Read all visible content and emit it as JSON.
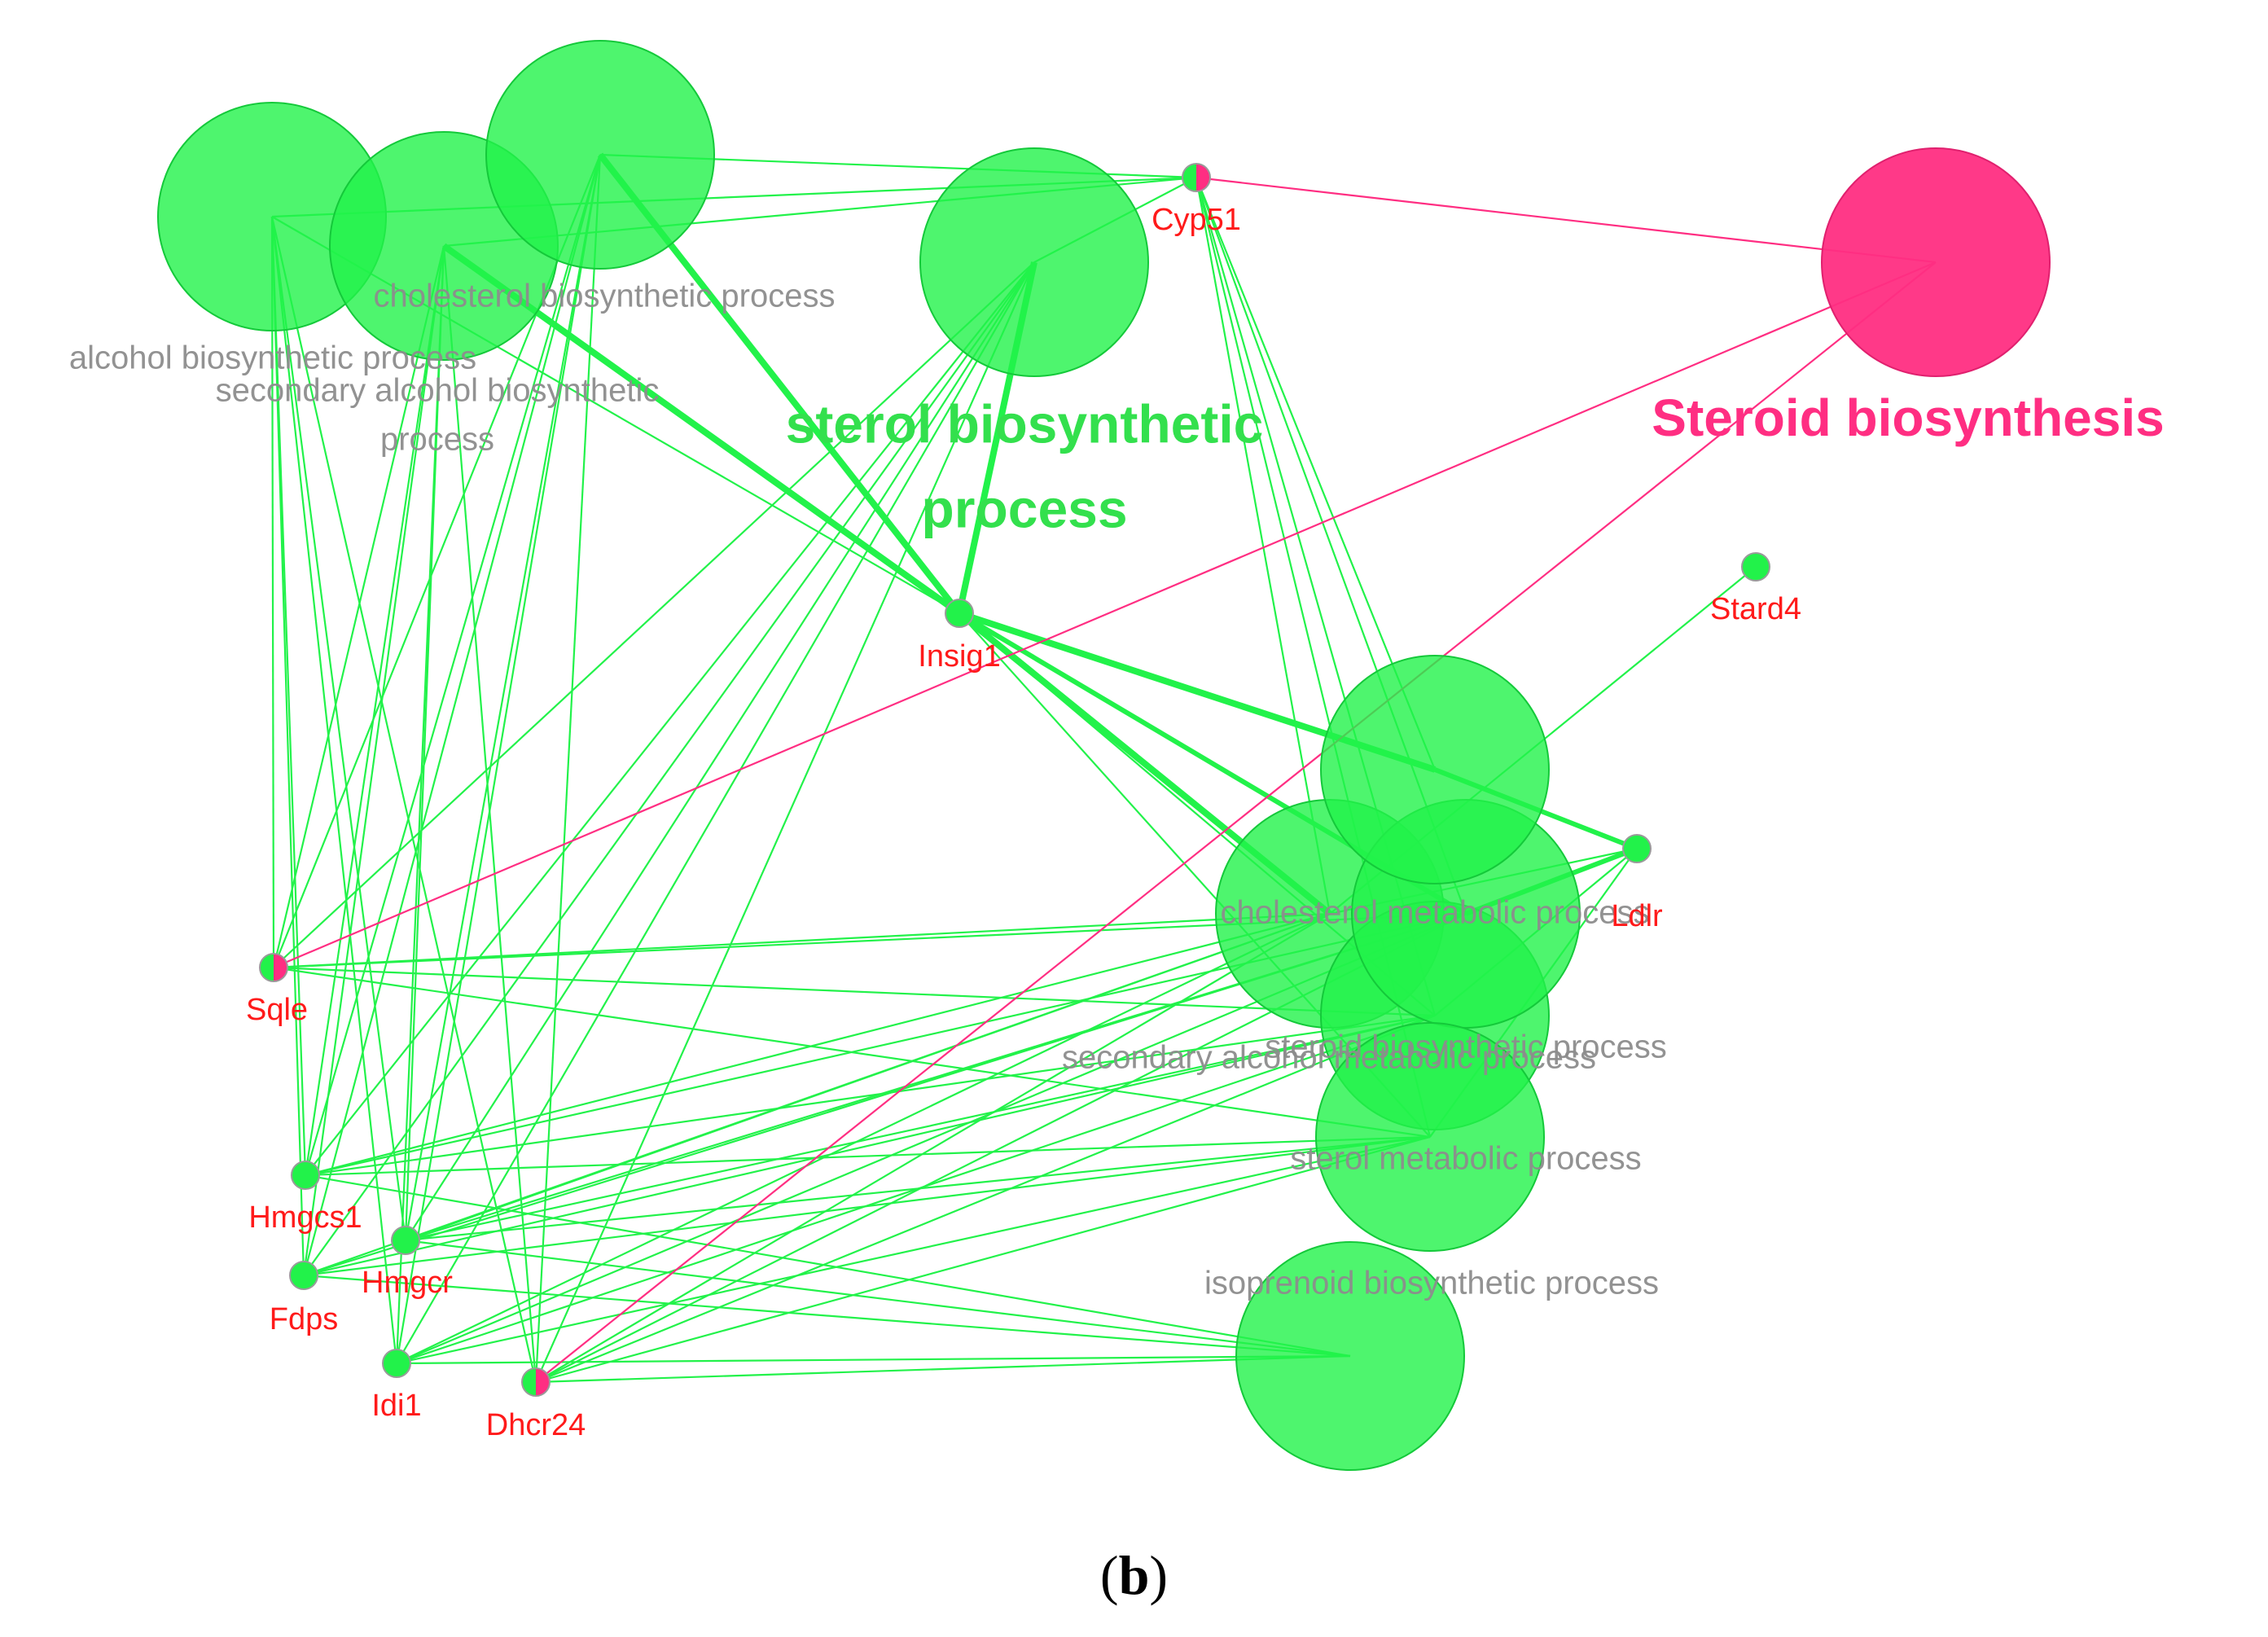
{
  "colors": {
    "term_node": "#22f24a",
    "pathway_node": "#ff2e82",
    "gene_label": "#ff1a1a",
    "term_label": "#8c8c8c",
    "term_label_highlight": "#33e04d",
    "pathway_label": "#ff2e82",
    "term_edge": "#22f24a",
    "pathway_edge": "#ff2e82",
    "gene_node_border": "#9a9a9a"
  },
  "caption": {
    "open": "(",
    "letter": "b",
    "close": ")"
  },
  "network": {
    "terms": [
      {
        "id": "alcohol",
        "label": [
          "alcohol biosynthetic process"
        ],
        "style": "normal",
        "type": "go"
      },
      {
        "id": "chol_bio",
        "label": [
          "cholesterol biosynthetic process"
        ],
        "style": "normal",
        "type": "go"
      },
      {
        "id": "sec_alc_top",
        "label": [
          "secondary alcohol biosynthetic",
          "process"
        ],
        "style": "normal",
        "type": "go"
      },
      {
        "id": "sterol_bio",
        "label": [
          "sterol biosynthetic",
          "process"
        ],
        "style": "highlight",
        "type": "go"
      },
      {
        "id": "steroid_pathway",
        "label": [
          "Steroid biosynthesis"
        ],
        "style": "pathway",
        "type": "kegg"
      },
      {
        "id": "chol_met",
        "label": [
          "cholesterol metabolic process"
        ],
        "style": "normal",
        "type": "go"
      },
      {
        "id": "sec_alc_met",
        "label": [
          "secondary alcohol metabolic process"
        ],
        "style": "normal",
        "type": "go"
      },
      {
        "id": "steroid_bio",
        "label": [
          "steroid biosynthetic process"
        ],
        "style": "normal",
        "type": "go"
      },
      {
        "id": "sterol_met",
        "label": [
          "sterol metabolic process"
        ],
        "style": "normal",
        "type": "go"
      },
      {
        "id": "isoprenoid",
        "label": [
          "isoprenoid biosynthetic process"
        ],
        "style": "normal",
        "type": "go"
      },
      {
        "id": "extra_up",
        "label": [],
        "style": "normal",
        "type": "go"
      }
    ],
    "genes": [
      {
        "id": "Cyp51",
        "label": "Cyp51",
        "shared": true
      },
      {
        "id": "Insig1",
        "label": "Insig1",
        "shared": false
      },
      {
        "id": "Stard4",
        "label": "Stard4",
        "shared": false
      },
      {
        "id": "Ldlr",
        "label": "Ldlr",
        "shared": false
      },
      {
        "id": "Sqle",
        "label": "Sqle",
        "shared": true
      },
      {
        "id": "Hmgcs1",
        "label": "Hmgcs1",
        "shared": false
      },
      {
        "id": "Hmgcr",
        "label": "Hmgcr",
        "shared": false
      },
      {
        "id": "Fdps",
        "label": "Fdps",
        "shared": false
      },
      {
        "id": "Idi1",
        "label": "Idi1",
        "shared": false
      },
      {
        "id": "Dhcr24",
        "label": "Dhcr24",
        "shared": true
      }
    ],
    "edges": [
      [
        "alcohol",
        "Cyp51"
      ],
      [
        "chol_bio",
        "Cyp51"
      ],
      [
        "sec_alc_top",
        "Cyp51"
      ],
      [
        "sterol_bio",
        "Cyp51"
      ],
      [
        "alcohol",
        "Insig1"
      ],
      [
        "chol_bio",
        "Insig1"
      ],
      [
        "sec_alc_top",
        "Insig1"
      ],
      [
        "sterol_bio",
        "Insig1"
      ],
      [
        "alcohol",
        "Sqle"
      ],
      [
        "chol_bio",
        "Sqle"
      ],
      [
        "sec_alc_top",
        "Sqle"
      ],
      [
        "sterol_bio",
        "Sqle"
      ],
      [
        "alcohol",
        "Hmgcs1"
      ],
      [
        "chol_bio",
        "Hmgcs1"
      ],
      [
        "sec_alc_top",
        "Hmgcs1"
      ],
      [
        "sterol_bio",
        "Hmgcs1"
      ],
      [
        "alcohol",
        "Hmgcr"
      ],
      [
        "chol_bio",
        "Hmgcr"
      ],
      [
        "sec_alc_top",
        "Hmgcr"
      ],
      [
        "sterol_bio",
        "Hmgcr"
      ],
      [
        "alcohol",
        "Fdps"
      ],
      [
        "chol_bio",
        "Fdps"
      ],
      [
        "sec_alc_top",
        "Fdps"
      ],
      [
        "sterol_bio",
        "Fdps"
      ],
      [
        "alcohol",
        "Idi1"
      ],
      [
        "chol_bio",
        "Idi1"
      ],
      [
        "sec_alc_top",
        "Idi1"
      ],
      [
        "sterol_bio",
        "Idi1"
      ],
      [
        "alcohol",
        "Dhcr24"
      ],
      [
        "chol_bio",
        "Dhcr24"
      ],
      [
        "sec_alc_top",
        "Dhcr24"
      ],
      [
        "sterol_bio",
        "Dhcr24"
      ],
      [
        "extra_up",
        "Cyp51"
      ],
      [
        "chol_met",
        "Cyp51"
      ],
      [
        "sec_alc_met",
        "Cyp51"
      ],
      [
        "steroid_bio",
        "Cyp51"
      ],
      [
        "sterol_met",
        "Cyp51"
      ],
      [
        "extra_up",
        "Insig1"
      ],
      [
        "chol_met",
        "Insig1"
      ],
      [
        "sec_alc_met",
        "Insig1"
      ],
      [
        "steroid_bio",
        "Insig1"
      ],
      [
        "sterol_met",
        "Insig1"
      ],
      [
        "extra_up",
        "Ldlr"
      ],
      [
        "chol_met",
        "Ldlr"
      ],
      [
        "sec_alc_met",
        "Ldlr"
      ],
      [
        "steroid_bio",
        "Ldlr"
      ],
      [
        "sterol_met",
        "Ldlr"
      ],
      [
        "chol_met",
        "Stard4"
      ],
      [
        "chol_met",
        "Sqle"
      ],
      [
        "sec_alc_met",
        "Sqle"
      ],
      [
        "steroid_bio",
        "Sqle"
      ],
      [
        "sterol_met",
        "Sqle"
      ],
      [
        "chol_met",
        "Hmgcs1"
      ],
      [
        "sec_alc_met",
        "Hmgcs1"
      ],
      [
        "steroid_bio",
        "Hmgcs1"
      ],
      [
        "sterol_met",
        "Hmgcs1"
      ],
      [
        "isoprenoid",
        "Hmgcs1"
      ],
      [
        "chol_met",
        "Hmgcr"
      ],
      [
        "sec_alc_met",
        "Hmgcr"
      ],
      [
        "steroid_bio",
        "Hmgcr"
      ],
      [
        "sterol_met",
        "Hmgcr"
      ],
      [
        "isoprenoid",
        "Hmgcr"
      ],
      [
        "chol_met",
        "Fdps"
      ],
      [
        "sec_alc_met",
        "Fdps"
      ],
      [
        "steroid_bio",
        "Fdps"
      ],
      [
        "sterol_met",
        "Fdps"
      ],
      [
        "isoprenoid",
        "Fdps"
      ],
      [
        "chol_met",
        "Idi1"
      ],
      [
        "sec_alc_met",
        "Idi1"
      ],
      [
        "steroid_bio",
        "Idi1"
      ],
      [
        "sterol_met",
        "Idi1"
      ],
      [
        "isoprenoid",
        "Idi1"
      ],
      [
        "chol_met",
        "Dhcr24"
      ],
      [
        "sec_alc_met",
        "Dhcr24"
      ],
      [
        "steroid_bio",
        "Dhcr24"
      ],
      [
        "sterol_met",
        "Dhcr24"
      ],
      [
        "isoprenoid",
        "Dhcr24"
      ],
      [
        "steroid_pathway",
        "Cyp51"
      ],
      [
        "steroid_pathway",
        "Sqle"
      ],
      [
        "steroid_pathway",
        "Dhcr24"
      ]
    ]
  }
}
